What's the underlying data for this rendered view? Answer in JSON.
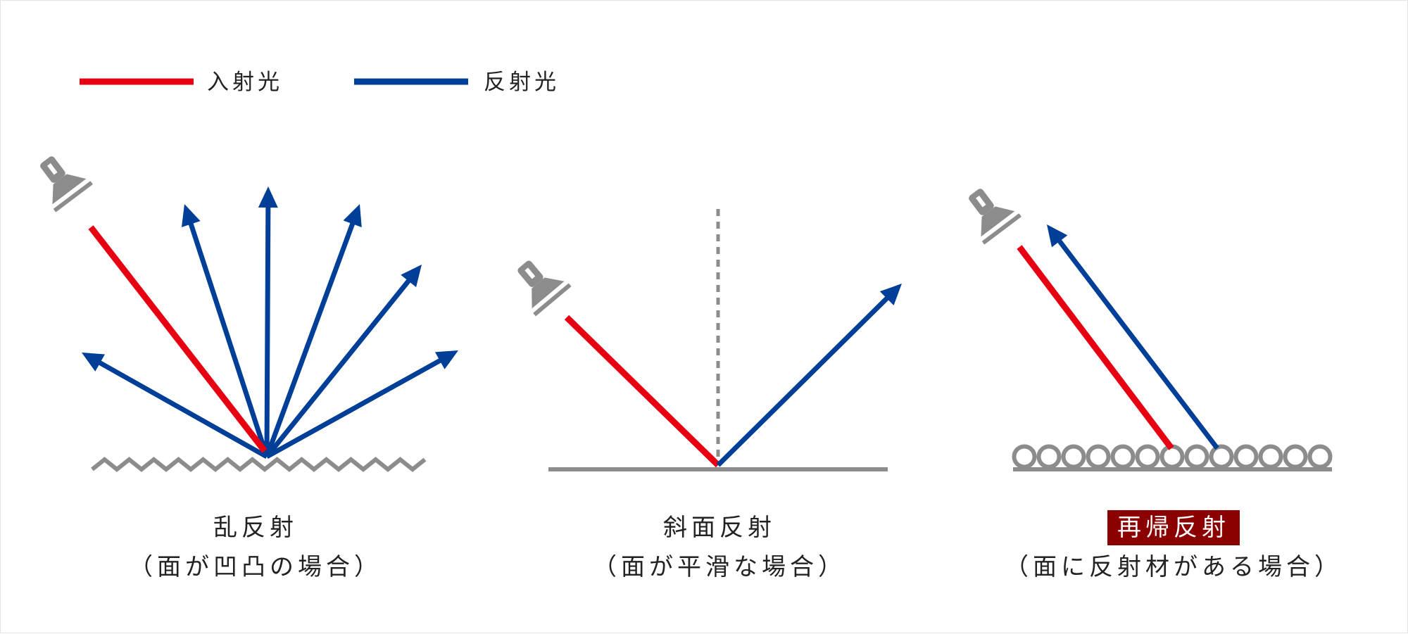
{
  "colors": {
    "incident": "#E60012",
    "reflected": "#003F98",
    "surface": "#8C8C8C",
    "highlight_bg": "#8B0000",
    "text": "#222222"
  },
  "legend": {
    "incident_label": "入射光",
    "reflected_label": "反射光"
  },
  "panels": [
    {
      "title": "乱反射",
      "subtitle": "（面が凹凸の場合）",
      "surface": "zigzag",
      "icons": [
        "flashlight-icon"
      ]
    },
    {
      "title": "斜面反射",
      "subtitle": "（面が平滑な場合）",
      "surface": "flat",
      "icons": [
        "flashlight-icon"
      ]
    },
    {
      "title": "再帰反射",
      "subtitle": "（面に反射材がある場合）",
      "surface": "beads",
      "title_highlighted": true,
      "icons": [
        "flashlight-icon"
      ]
    }
  ]
}
